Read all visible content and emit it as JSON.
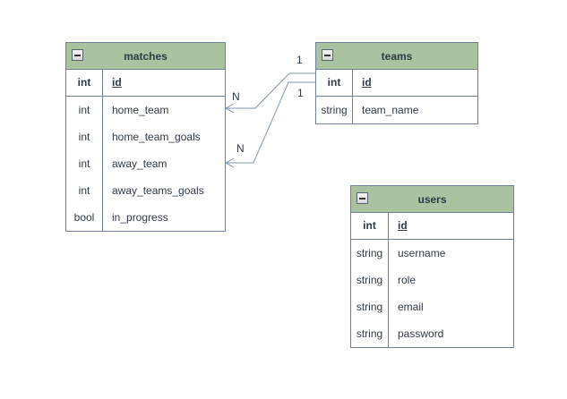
{
  "colors": {
    "header_fill": "#a9c2a0",
    "table_border": "#6f8198",
    "text": "#2e3a48",
    "edge_line": "#8095ad",
    "canvas_background": "#ffffff"
  },
  "tables": [
    {
      "title": "matches",
      "rows": [
        {
          "type": "int",
          "name": "id",
          "primary_key": true
        },
        {
          "type": "int",
          "name": "home_team"
        },
        {
          "type": "int",
          "name": "home_team_goals"
        },
        {
          "type": "int",
          "name": "away_team"
        },
        {
          "type": "int",
          "name": "away_teams_goals"
        },
        {
          "type": "bool",
          "name": "in_progress"
        }
      ]
    },
    {
      "title": "teams",
      "rows": [
        {
          "type": "int",
          "name": "id",
          "primary_key": true
        },
        {
          "type": "string",
          "name": "team_name"
        }
      ]
    },
    {
      "title": "users",
      "rows": [
        {
          "type": "int",
          "name": "id",
          "primary_key": true
        },
        {
          "type": "string",
          "name": "username"
        },
        {
          "type": "string",
          "name": "role"
        },
        {
          "type": "string",
          "name": "email"
        },
        {
          "type": "string",
          "name": "password"
        }
      ]
    }
  ],
  "relationships": [
    {
      "from_table": "matches",
      "from_field": "home_team",
      "to_table": "teams",
      "to_field": "id",
      "from_label": "N",
      "to_label": "1"
    },
    {
      "from_table": "matches",
      "from_field": "away_team",
      "to_table": "teams",
      "to_field": "id",
      "from_label": "N",
      "to_label": "1"
    }
  ]
}
